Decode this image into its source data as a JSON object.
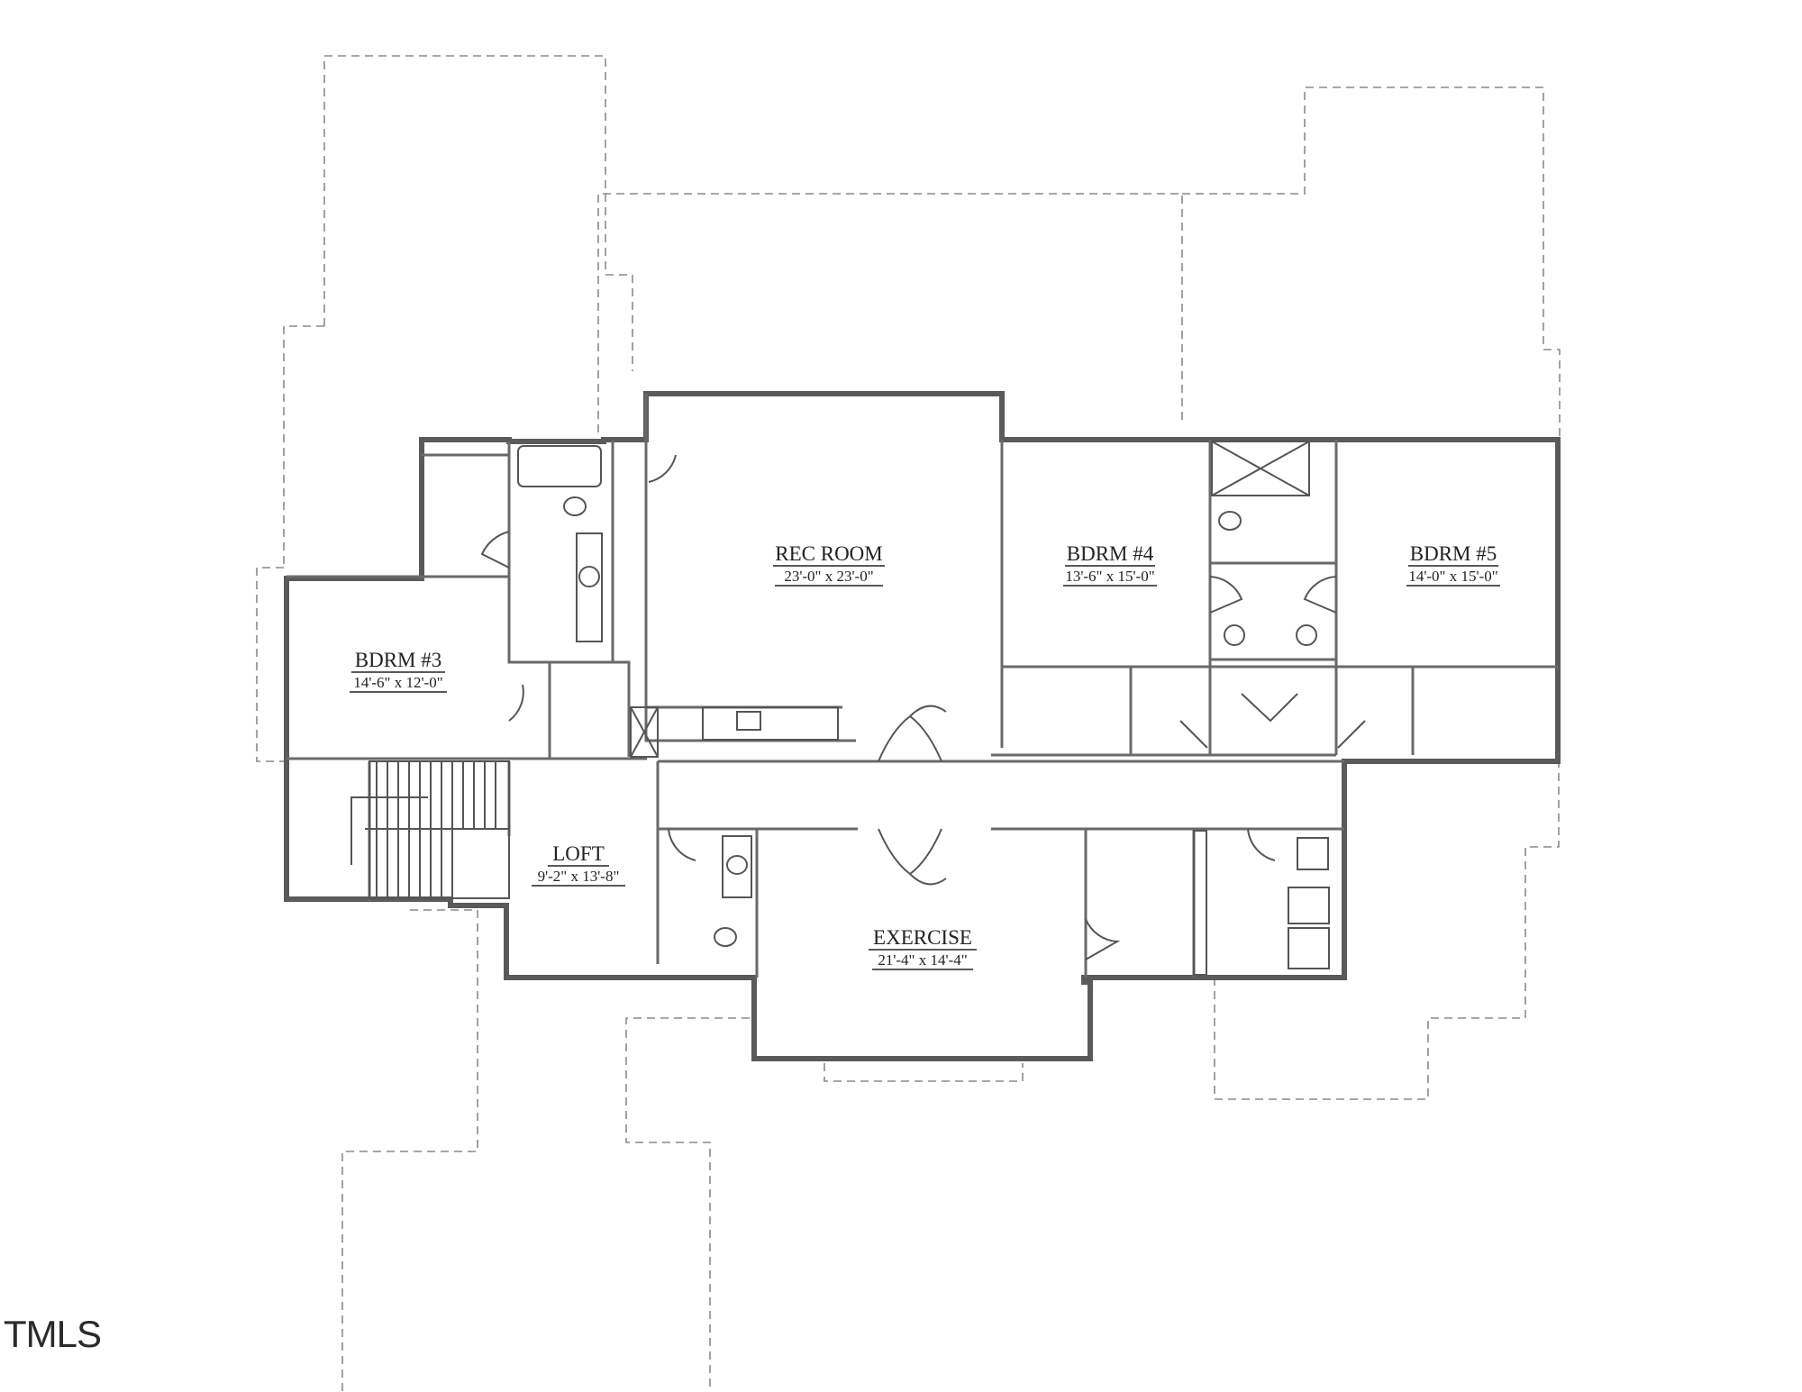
{
  "rooms": {
    "rec_room": {
      "name": "REC ROOM",
      "dims": "23'-0\" x 23'-0\""
    },
    "bdrm4": {
      "name": "BDRM #4",
      "dims": "13'-6\" x 15'-0\""
    },
    "bdrm5": {
      "name": "BDRM #5",
      "dims": "14'-0\" x 15'-0\""
    },
    "bdrm3": {
      "name": "BDRM #3",
      "dims": "14'-6\" x 12'-0\""
    },
    "loft": {
      "name": "LOFT",
      "dims": "9'-2\" x 13'-8\""
    },
    "exercise": {
      "name": "EXERCISE",
      "dims": "21'-4\" x 14'-4\""
    }
  },
  "logo": {
    "text": "TMLS"
  },
  "colors": {
    "wall": "#5a5a5a",
    "dashed_outline": "#8a8a8a",
    "text": "#222222"
  }
}
